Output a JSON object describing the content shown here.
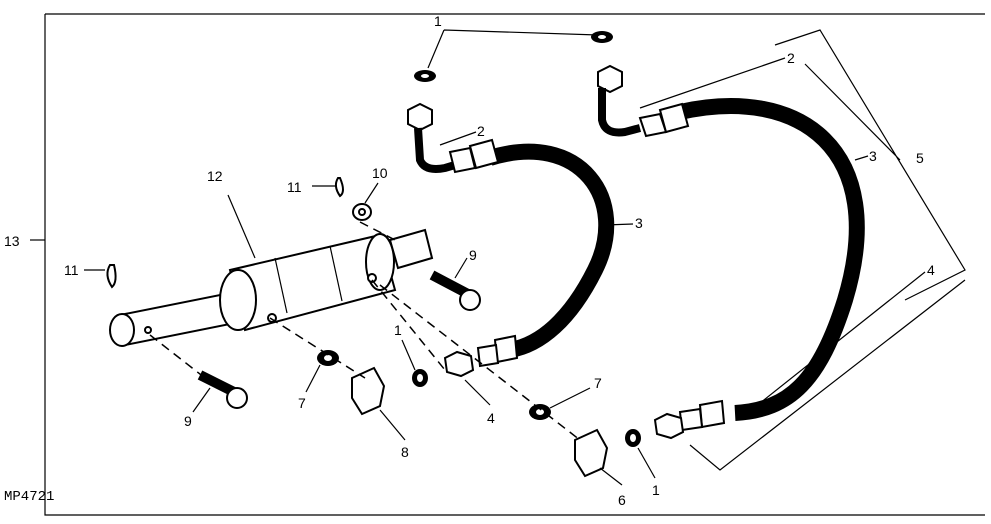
{
  "figure_code": "MP4721",
  "callouts": {
    "washer_top": "1",
    "fitting_right_top": "2",
    "fitting_left_top": "2",
    "hose_right": "3",
    "hose_assembly": "5",
    "hose_left": "3",
    "hose_right_end": "4",
    "cylinder": "12",
    "cotter_top": "11",
    "washer_10": "10",
    "pin_right": "9",
    "assembly": "13",
    "cotter_left": "11",
    "pin_left": "9",
    "washer_7_left": "7",
    "oring_left": "1",
    "elbow_left": "8",
    "hose_left_end": "4",
    "washer_7_right": "7",
    "elbow_right": "6",
    "oring_right": "1"
  }
}
